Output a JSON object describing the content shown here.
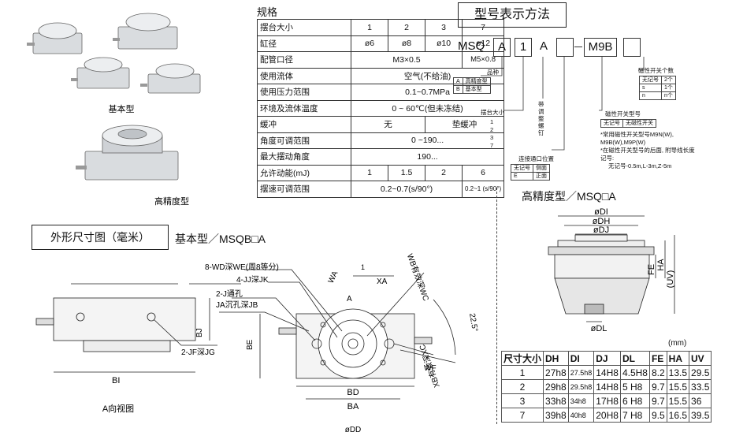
{
  "photos": {
    "basic_caption": "基本型",
    "precision_caption": "高精度型"
  },
  "spec": {
    "title": "规格",
    "rows": [
      {
        "label": "摆台大小",
        "cells": [
          "1",
          "2",
          "3",
          "7"
        ]
      },
      {
        "label": "缸径",
        "cells": [
          "ø6",
          "ø8",
          "ø10",
          "ø12"
        ]
      },
      {
        "label": "配管口径",
        "a": "M3×0.5",
        "b": "M5×0.8"
      },
      {
        "label": "使用流体",
        "all": "空气(不给油)"
      },
      {
        "label": "使用压力范围",
        "all": "0.1~0.7MPa"
      },
      {
        "label": "环境及流体温度",
        "all": "0 ~ 60℃(但未冻结)"
      },
      {
        "label": "缓冲",
        "a": "无",
        "b": "垫缓冲"
      },
      {
        "label": "角度可调范围",
        "all": "0 ~190..."
      },
      {
        "label": "最大摆动角度",
        "all": "190..."
      },
      {
        "label": "允许动能(mJ)",
        "cells": [
          "1",
          "1.5",
          "2",
          "6"
        ]
      },
      {
        "label": "摆速可调范围",
        "a": "0.2~0.7(s/90°)",
        "b": "0.2~1 (s/90°)"
      }
    ]
  },
  "model": {
    "title": "型号表示方法",
    "prefix": "MSQ",
    "c1": "A",
    "c2": "1",
    "c3": "A",
    "c5": "M9B",
    "kind_label": "品种",
    "kind_rows": [
      [
        "A",
        "高精度型"
      ],
      [
        "B",
        "基本型"
      ]
    ],
    "size_label": "摆台大小",
    "size_rows": [
      "1",
      "2",
      "3",
      "7"
    ],
    "note_vertical": "带调整螺钉",
    "port_label": "连接通口位置",
    "port_rows": [
      [
        "无记号",
        "侧面"
      ],
      [
        "E",
        "正面"
      ]
    ],
    "count_label": "磁性开关个数",
    "count_rows": [
      [
        "无记号",
        "2个"
      ],
      [
        "s",
        "1个"
      ],
      [
        "n",
        "n个"
      ]
    ],
    "switch_label": "磁性开关型号",
    "switch_rows": [
      [
        "无记号",
        "无磁性开关"
      ]
    ],
    "switch_note1": "*常用磁性开关型号M9N(W), M9B(W),M9P(W)",
    "switch_note2": "*在磁性开关型号的后面, 附导线长度记号:",
    "switch_note3": "无记号-0.5m,L-3m,Z-5m"
  },
  "precision": {
    "title": "高精度型／MSQ□A",
    "labels": {
      "di": "øDI",
      "dh": "øDH",
      "dj": "øDJ",
      "dl": "øDL",
      "fe": "FE",
      "ha": "HA",
      "uv": "(UV)"
    }
  },
  "dimtable": {
    "unit": "(mm)",
    "headers": [
      "尺寸大小",
      "DH",
      "DI",
      "DJ",
      "DL",
      "FE",
      "HA",
      "UV"
    ],
    "rows": [
      [
        "1",
        "27h8",
        "27.5h8",
        "14H8",
        "4.5H8",
        "8.2",
        "13.5",
        "29.5"
      ],
      [
        "2",
        "29h8",
        "29.5h8",
        "14H8",
        "5 H8",
        "9.7",
        "15.5",
        "33.5"
      ],
      [
        "3",
        "33h8",
        "34h8",
        "17H8",
        "6 H8",
        "9.7",
        "15.5",
        "36"
      ],
      [
        "7",
        "39h8",
        "40h8",
        "20H8",
        "7 H8",
        "9.5",
        "16.5",
        "39.5"
      ]
    ]
  },
  "outline": {
    "box_title": "外形尺寸图（毫米）",
    "subtitle": "基本型／MSQB□A",
    "a_view": "A向视图",
    "labels": {
      "wd": "8-WD深WE(周8等分)",
      "jj": "4-JJ深JK",
      "j": "2-J通孔",
      "ja": "JA沉孔深JB",
      "jf": "2-JF深JG",
      "bj": "BJ",
      "be": "BE",
      "bi": "BI",
      "bd": "BD",
      "ba": "BA",
      "wa": "WA",
      "xa": "XA",
      "a": "A",
      "wb": "WB有效深WC",
      "xb": "XB有效深XC",
      "wf": "WF",
      "deg": "22.5°",
      "one": "1",
      "dd": "øDD"
    }
  }
}
